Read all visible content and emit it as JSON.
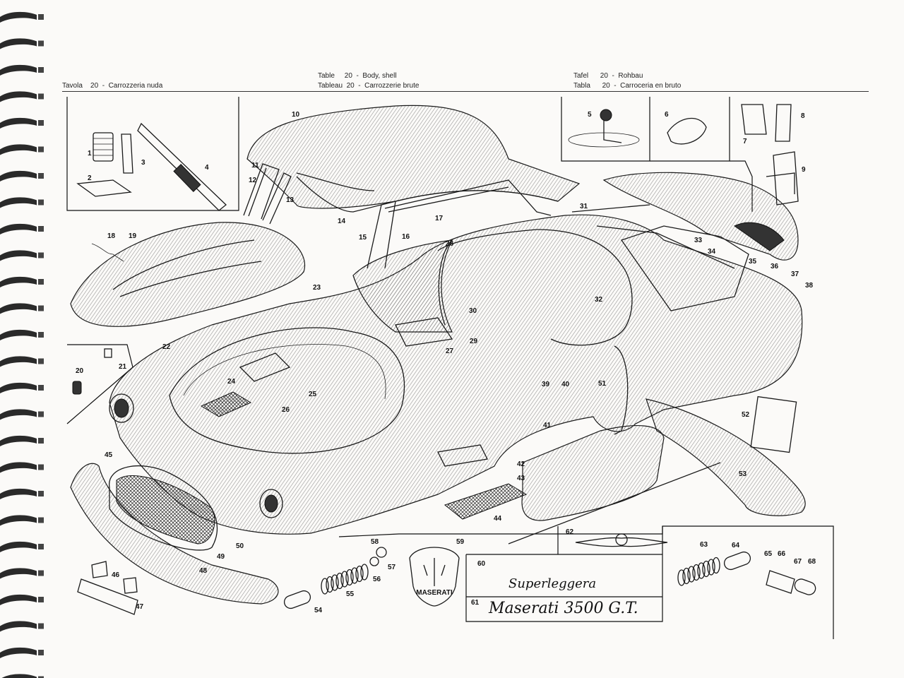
{
  "header": {
    "it": "Tavola    20  -  Carrozzeria nuda",
    "en": "Table     20  -  Body, shell",
    "fr": "Tableau  20  -  Carrozzerie brute",
    "de": "Tafel      20  -  Rohbau",
    "es": "Tabla      20  -  Carroceria en bruto"
  },
  "callouts": [
    "1",
    "2",
    "3",
    "4",
    "5",
    "6",
    "7",
    "8",
    "9",
    "10",
    "11",
    "12",
    "13",
    "14",
    "15",
    "16",
    "17",
    "18",
    "19",
    "20",
    "21",
    "22",
    "23",
    "24",
    "25",
    "26",
    "27",
    "28",
    "29",
    "30",
    "31",
    "32",
    "33",
    "34",
    "35",
    "36",
    "37",
    "38",
    "39",
    "40",
    "41",
    "42",
    "43",
    "44",
    "45",
    "46",
    "47",
    "48",
    "49",
    "50",
    "51",
    "52",
    "53",
    "54",
    "55",
    "56",
    "57",
    "58",
    "59",
    "60",
    "61",
    "62",
    "63",
    "64",
    "65",
    "66",
    "67",
    "68"
  ],
  "badges": {
    "trident_text": "MASERATI",
    "superleggera": "Superleggera",
    "model": "Maserati 3500 G.T."
  }
}
